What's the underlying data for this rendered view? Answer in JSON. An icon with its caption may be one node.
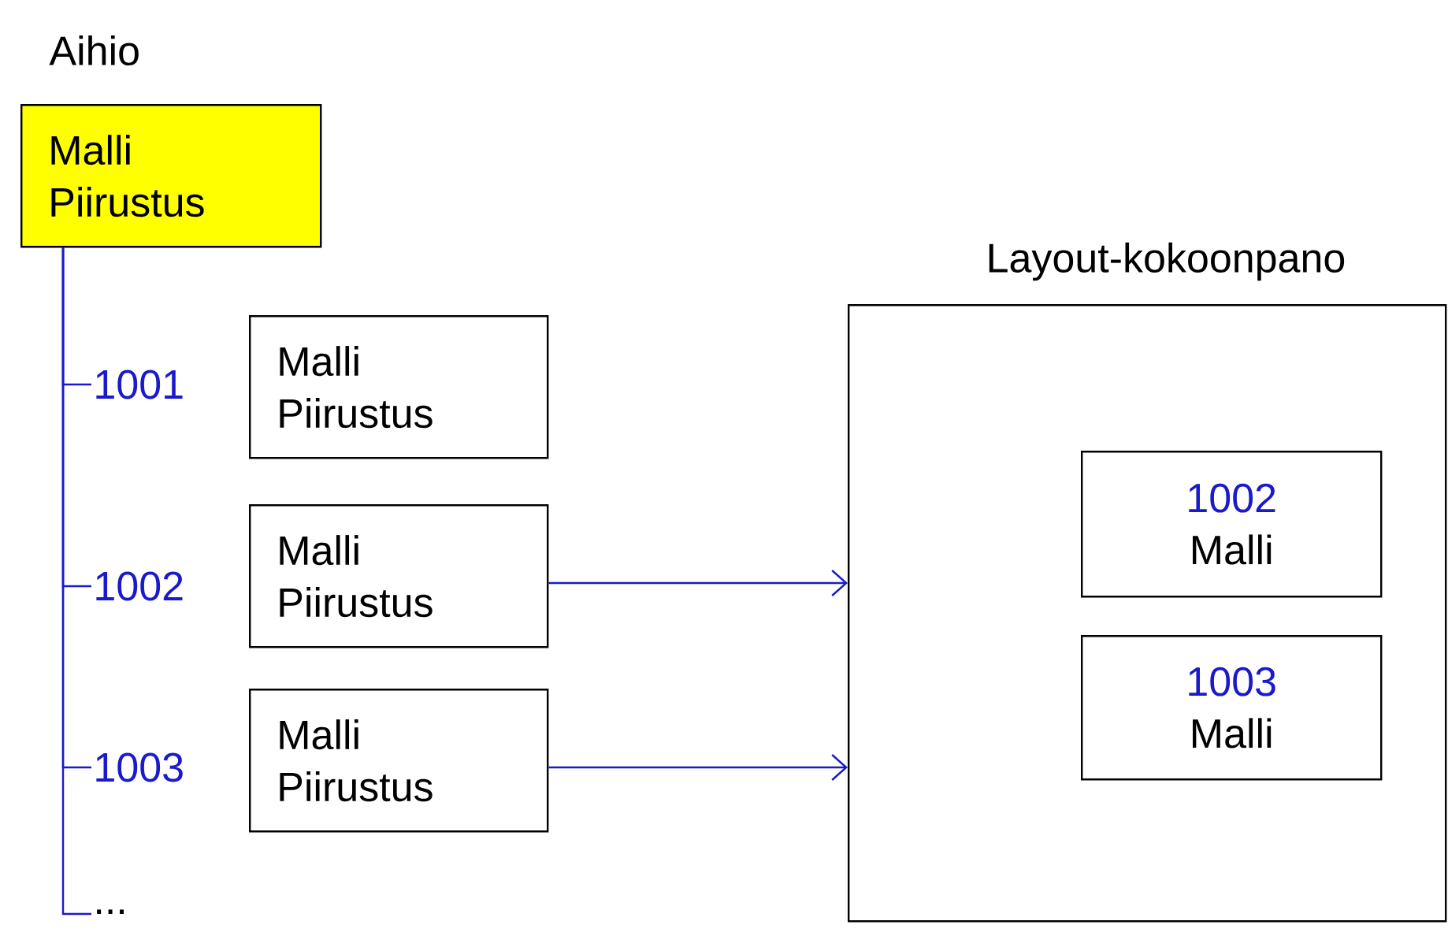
{
  "diagram": {
    "nodes": [
      {
        "text": [
          "Aihio",
          "Malli",
          "Piirustus"
        ]
      },
      {
        "text": [
          "Malli",
          "Piirustus"
        ],
        "beside": [
          "1001"
        ]
      },
      {
        "text": [
          "Malli",
          "Piirustus"
        ],
        "beside": [
          "1002"
        ]
      },
      {
        "text": [
          "Malli",
          "Piirustus"
        ],
        "beside": [
          "1003"
        ]
      },
      {
        "text": [
          "..."
        ]
      },
      {
        "text": [
          "Layout-kokoonpano"
        ]
      },
      {
        "text": [
          "1002",
          "Malli"
        ],
        "in": 5
      },
      {
        "text": [
          "1003",
          "Malli"
        ],
        "in": 5
      }
    ],
    "edges": [
      {
        "from": 0,
        "to": 1,
        "arrow": "none"
      },
      {
        "from": 0,
        "to": 2,
        "arrow": "none"
      },
      {
        "from": 0,
        "to": 3,
        "arrow": "none"
      },
      {
        "from": 0,
        "to": 4,
        "arrow": "none"
      },
      {
        "from": 2,
        "to": 5,
        "arrow": "to"
      },
      {
        "from": 3,
        "to": 5,
        "arrow": "to"
      }
    ]
  }
}
